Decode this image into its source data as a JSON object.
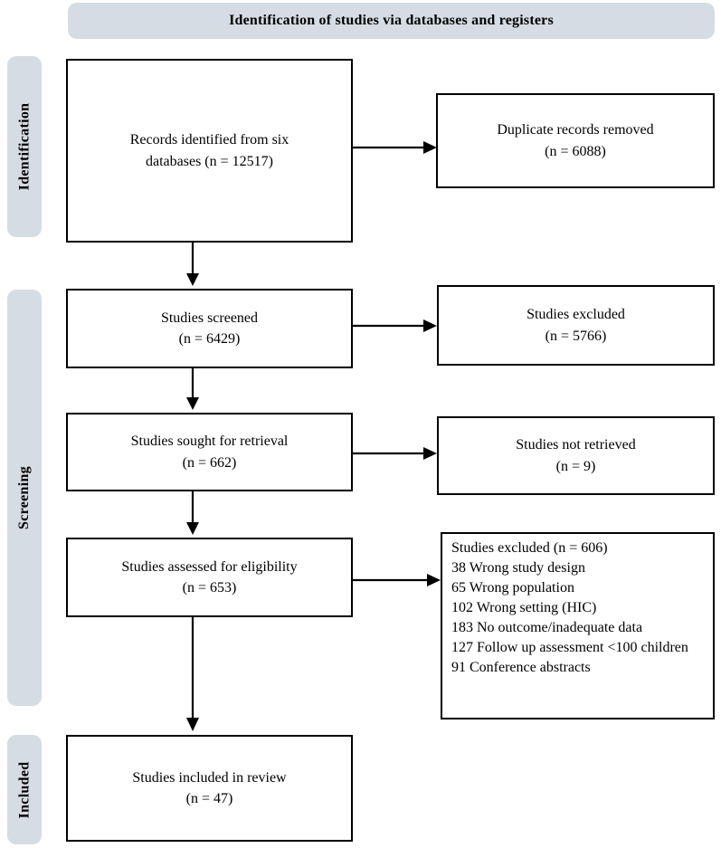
{
  "colors": {
    "panel_bg": "#d6dce4",
    "box_border": "#000000",
    "box_bg": "#ffffff",
    "text": "#000000"
  },
  "header": {
    "title": "Identification of studies via databases and registers"
  },
  "stage_labels": {
    "identification": "Identification",
    "screening": "Screening",
    "included": "Included"
  },
  "main_flow": {
    "records_identified": {
      "line1": "Records identified from six",
      "line2": "databases (n = 12517)"
    },
    "studies_screened": {
      "line1": "Studies screened",
      "line2": "(n = 6429)"
    },
    "studies_sought": {
      "line1": "Studies sought for retrieval",
      "line2": "(n = 662)"
    },
    "studies_assessed": {
      "line1": "Studies assessed for eligibility",
      "line2": "(n = 653)"
    },
    "studies_included": {
      "line1": "Studies included in review",
      "line2": "(n = 47)"
    }
  },
  "side_flow": {
    "duplicates_removed": {
      "line1": "Duplicate records removed",
      "line2": "(n = 6088)"
    },
    "studies_excluded": {
      "line1": "Studies excluded",
      "line2": "(n = 5766)"
    },
    "not_retrieved": {
      "line1": "Studies not retrieved",
      "line2": "(n = 9)"
    },
    "excluded_reasons": {
      "title": "Studies excluded (n = 606)",
      "items": [
        "38 Wrong study design",
        "65 Wrong population",
        "102 Wrong setting (HIC)",
        "183 No outcome/inadequate data",
        "127 Follow up assessment <100 children",
        "91 Conference abstracts"
      ]
    }
  }
}
